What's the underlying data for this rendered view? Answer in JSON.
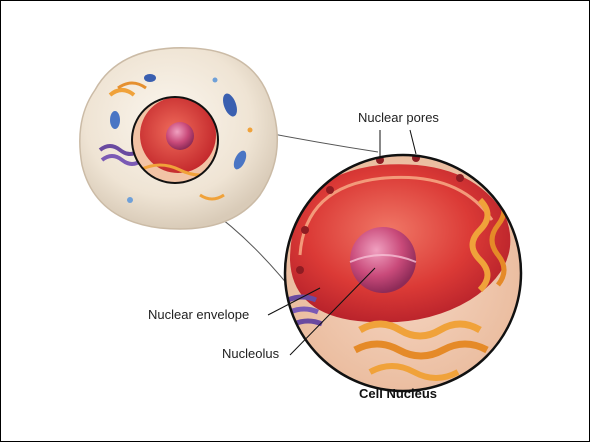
{
  "diagram": {
    "labels": {
      "nuclear_pores": "Nuclear pores",
      "nuclear_envelope": "Nuclear envelope",
      "nucleolus": "Nucleolus"
    },
    "caption": "Cell Nucleus"
  },
  "colors": {
    "nucleus_red": "#d8302f",
    "nucleolus_pink": "#c94a7a",
    "er_orange": "#f0a23a",
    "golgi_purple": "#6a4aa0",
    "cytoplasm": "#f3ece2"
  }
}
